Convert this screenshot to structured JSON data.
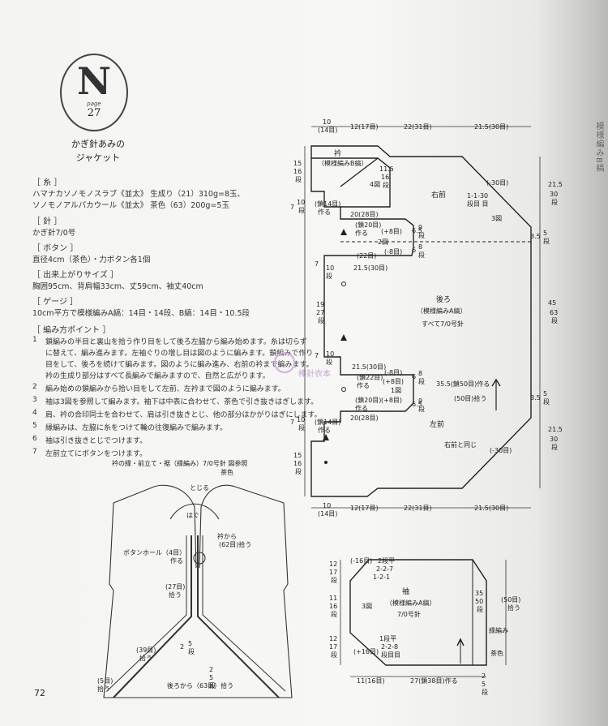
{
  "spine": "模様編みB縞",
  "badge": {
    "letter": "N",
    "page_label": "page",
    "page_number": "27"
  },
  "title": [
    "かぎ針あみの",
    "ジャケット"
  ],
  "sections": {
    "yarn": {
      "heading": "［ 糸 ］",
      "lines": [
        "ハマナカソノモノスラブ《並太》 生成り（21）310g=8玉、",
        "ソノモノアルパカウール《並太》 茶色（63）200g=5玉"
      ]
    },
    "needle": {
      "heading": "［ 針 ］",
      "lines": [
        "かぎ針7/0号"
      ]
    },
    "button": {
      "heading": "［ ボタン ］",
      "lines": [
        "直径4cm（茶色）・力ボタン各1個"
      ]
    },
    "size": {
      "heading": "［ 出来上がりサイズ ］",
      "lines": [
        "胸囲95cm、背肩幅33cm、丈59cm、袖丈40cm"
      ]
    },
    "gauge": {
      "heading": "［ ゲージ ］",
      "lines": [
        "10cm平方で模様編みA縞：14目・14段、B縞：14目・10.5段"
      ]
    },
    "points": {
      "heading": "［ 編み方ポイント ］",
      "steps": [
        {
          "n": "1",
          "lines": [
            "鎖編みの半目と裏山を拾う作り目をして後ろ左脇から編み始めます。糸は切らず",
            "に替えて、編み進みます。左袖ぐりの増し目は図のように編みます。鎖編みで作り",
            "目をして、後ろを続けて編みます。図のように編み進み、右前の衿まで編みます。",
            "衿の生成り部分はすべて長編みで編みますので、自然と広がります。"
          ]
        },
        {
          "n": "2",
          "lines": [
            "編み始めの鎖編みから拾い目をして左前、左衿まで図のように編みます。"
          ]
        },
        {
          "n": "3",
          "lines": [
            "袖は3図を参照して編みます。袖下は中表に合わせて、茶色で引き抜きはぎします。"
          ]
        },
        {
          "n": "4",
          "lines": [
            "肩、衿の合印同士を合わせて、肩は引き抜きとじ、他の部分はかがりはぎにします。"
          ]
        },
        {
          "n": "5",
          "lines": [
            "縁編みは、左脇に糸をつけて輪の往復編みで編みます。"
          ]
        },
        {
          "n": "6",
          "lines": [
            "袖は引き抜きとじでつけます。"
          ]
        },
        {
          "n": "7",
          "lines": [
            "左前立てにボタンをつけます。"
          ]
        }
      ]
    }
  },
  "watermark": "棒針衣本",
  "page_number": "72",
  "figure1": {
    "top_dims": [
      "10",
      "(14目)",
      "12(17目)",
      "22(31目)",
      "21.5(30目)"
    ],
    "bottom_dims": [
      "10",
      "(14目)",
      "12(17目)",
      "22(31目)",
      "21.5(30目)"
    ],
    "left_dims": [
      "15",
      "16",
      "段",
      "7",
      "10",
      "段",
      "10",
      "段",
      "7",
      "19",
      "27",
      "段",
      "7",
      "10",
      "段",
      "7",
      "10",
      "段",
      "15",
      "16",
      "段"
    ],
    "right_dims": [
      "21.5",
      "30",
      "段",
      "3.5",
      "5",
      "段",
      "45",
      "63",
      "段",
      "3.5",
      "5",
      "段",
      "21.5",
      "30",
      "段"
    ],
    "labels": {
      "collar": "衿",
      "collar_sub": "（模様編みB縞）",
      "fig4": "4図",
      "dim_11_5": "11.5",
      "dim_16": "16",
      "dim_dan": "段",
      "right_front": "右前",
      "step_a": "1-1-30",
      "step_b": "段目 目",
      "fig3": "3図",
      "minus30": "(-30目)",
      "chain14_top": "(鎖14目)",
      "make_top": "作る",
      "r20_28_top": "20(28目)",
      "chain20": "(鎖20目)",
      "make2": "作る",
      "plus8_top": "(+8目)",
      "fig2": "2図",
      "minus8_a": "(-8目)",
      "dim_65a": "6.5",
      "dim_9a": "9",
      "dim_dan_a": "段",
      "r22": "(22目)",
      "r21_5_30_top": "21.5(30目)",
      "dim_6a": "6",
      "dim_8a": "8",
      "dim_dan_b": "段",
      "back": "後ろ",
      "back_sub": "（模様編みA縞）",
      "needle_all": "すべて7/0号針",
      "r21_5_30_bot": "21.5(30目)",
      "chain22": "(鎖22目)",
      "make3": "作る",
      "plus8_mid": "(+8目)",
      "dim_6b": "6",
      "dim_8b": "8",
      "dim_dan_c": "段",
      "fig1": "1図",
      "minus8_b": "(-8目)",
      "r35_5": "35.5(鎖50目)作る",
      "r50_pick": "(50目)拾う",
      "chain20_b": "(鎖20目)",
      "make4": "作る",
      "plus8_b": "(+8目)",
      "dim_65b": "6.5",
      "dim_9b": "9",
      "dim_dan_d": "段",
      "chain14_bot": "(鎖14目)",
      "make_bot": "作る",
      "r20_28_bot": "20(28目)",
      "left_front": "左前",
      "same_right": "右前と同じ",
      "minus30_b": "(-30目)"
    }
  },
  "figure_sleeve": {
    "title": "袖",
    "subtitle": "（模様編みA縞）",
    "needle": "7/0号針",
    "fig3": "3図",
    "tl": "(-16目)",
    "inc_a": "2段平",
    "inc_b": "2-2-7",
    "inc_c": "1-2-1",
    "dec_a": "1段平",
    "dec_b": "2-2-8",
    "dec_c": "段目目",
    "plus16": "(+16目)",
    "left_dims": [
      "12",
      "17",
      "段",
      "11",
      "16",
      "段",
      "12",
      "17",
      "段"
    ],
    "right_dims": [
      "35",
      "50",
      "段"
    ],
    "edge_a": "(50目)",
    "edge_b": "拾う",
    "edge_c": "縁編み",
    "edge_d": "茶色",
    "bottom": [
      "11(16目)",
      "27(鎖38目)作る",
      "2",
      "5",
      "段"
    ]
  },
  "figure_jacket": {
    "title": "衿の縁・前立て・裾（縁編み）7/0号針 図参照",
    "title2": "茶色",
    "closing": "とじる",
    "seam": "はぐ",
    "buttonhole": "ボタンホール（4目）",
    "make": "作る",
    "collar_pick": "衿から",
    "collar_pick2": "(62目)拾う",
    "r27": "(27目)",
    "pick": "拾う",
    "r39": "(39目)",
    "pick2": "拾う",
    "r5": "(5目)",
    "pick3": "拾う",
    "back_pick": "後ろから（63目）拾う",
    "dim_2": "2",
    "dim_5": "5",
    "dim_dan": "段",
    "dim_2b": "2",
    "dim_5b": "5",
    "dim_danb": "段"
  }
}
